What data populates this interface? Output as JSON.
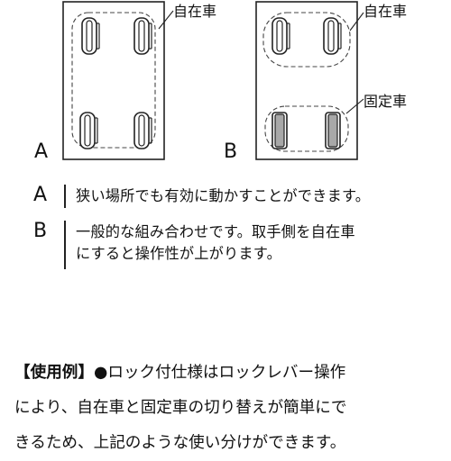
{
  "diagram": {
    "panel_a": {
      "letter": "A",
      "callout_top": "自在車"
    },
    "panel_b": {
      "letter": "B",
      "callout_top": "自在車",
      "callout_mid": "固定車"
    }
  },
  "legend": {
    "a": {
      "letter": "A",
      "text": "狭い場所でも有効に動かすことができます。"
    },
    "b": {
      "letter": "B",
      "line1": "一般的な組み合わせです。取手側を自在車",
      "line2": "にすると操作性が上がります。"
    }
  },
  "usage": {
    "heading": "【使用例】",
    "bullet": "●",
    "line1_rest": "ロック付仕様はロックレバー操作",
    "line2": "により、自在車と固定車の切り替えが簡単にで",
    "line3": "きるため、上記のような使い分けができます。"
  },
  "colors": {
    "fixed_wheel": "#a8a8a8",
    "line": "#222222"
  }
}
